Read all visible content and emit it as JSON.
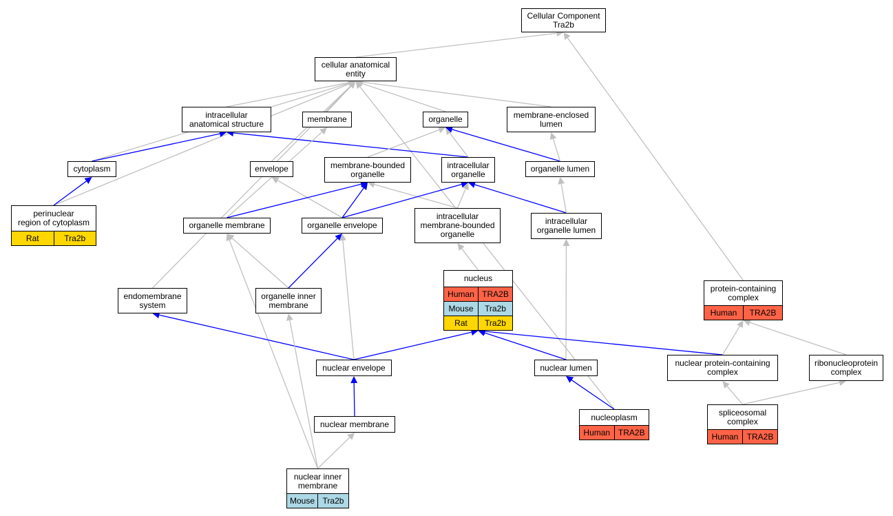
{
  "colors": {
    "gray_edge": "#c0c0c0",
    "blue_edge": "#0000ff",
    "human": "#ff6347",
    "mouse": "#add8e6",
    "rat": "#ffd700"
  },
  "nodes": {
    "cellular_component": {
      "label": "Cellular Component\nTra2b"
    },
    "cellular_anatomical_entity": {
      "label": "cellular anatomical\nentity"
    },
    "intracellular_anatomical_structure": {
      "label": "intracellular\nanatomical structure"
    },
    "membrane": {
      "label": "membrane"
    },
    "organelle": {
      "label": "organelle"
    },
    "membrane_enclosed_lumen": {
      "label": "membrane-enclosed\nlumen"
    },
    "cytoplasm": {
      "label": "cytoplasm"
    },
    "envelope": {
      "label": "envelope"
    },
    "membrane_bounded_organelle": {
      "label": "membrane-bounded\norganelle"
    },
    "intracellular_organelle": {
      "label": "intracellular\norganelle"
    },
    "organelle_lumen": {
      "label": "organelle lumen"
    },
    "perinuclear_region": {
      "label": "perinuclear\nregion of cytoplasm",
      "rows": [
        {
          "species": "Rat",
          "gene": "Tra2b",
          "color": "rat"
        }
      ]
    },
    "organelle_membrane": {
      "label": "organelle membrane"
    },
    "organelle_envelope": {
      "label": "organelle envelope"
    },
    "intracellular_mbo": {
      "label": "intracellular\nmembrane-bounded\norganelle"
    },
    "intracellular_organelle_lumen": {
      "label": "intracellular\norganelle lumen"
    },
    "nucleus": {
      "label": "nucleus",
      "rows": [
        {
          "species": "Human",
          "gene": "TRA2B",
          "color": "human"
        },
        {
          "species": "Mouse",
          "gene": "Tra2b",
          "color": "mouse"
        },
        {
          "species": "Rat",
          "gene": "Tra2b",
          "color": "rat"
        }
      ]
    },
    "endomembrane_system": {
      "label": "endomembrane\nsystem"
    },
    "organelle_inner_membrane": {
      "label": "organelle inner\nmembrane"
    },
    "protein_containing_complex": {
      "label": "protein-containing\ncomplex",
      "rows": [
        {
          "species": "Human",
          "gene": "TRA2B",
          "color": "human"
        }
      ]
    },
    "nuclear_envelope": {
      "label": "nuclear envelope"
    },
    "nuclear_lumen": {
      "label": "nuclear lumen"
    },
    "nuclear_protein_containing_complex": {
      "label": "nuclear protein-containing\ncomplex"
    },
    "ribonucleoprotein_complex": {
      "label": "ribonucleoprotein\ncomplex"
    },
    "nuclear_membrane": {
      "label": "nuclear membrane"
    },
    "nucleoplasm": {
      "label": "nucleoplasm",
      "rows": [
        {
          "species": "Human",
          "gene": "TRA2B",
          "color": "human"
        }
      ]
    },
    "spliceosomal_complex": {
      "label": "spliceosomal\ncomplex",
      "rows": [
        {
          "species": "Human",
          "gene": "TRA2B",
          "color": "human"
        }
      ]
    },
    "nuclear_inner_membrane": {
      "label": "nuclear inner\nmembrane",
      "rows": [
        {
          "species": "Mouse",
          "gene": "Tra2b",
          "color": "mouse"
        }
      ]
    }
  },
  "edges": [
    {
      "from": "cellular_anatomical_entity",
      "to": "cellular_component",
      "type": "gray"
    },
    {
      "from": "protein_containing_complex",
      "to": "cellular_component",
      "type": "gray"
    },
    {
      "from": "intracellular_anatomical_structure",
      "to": "cellular_anatomical_entity",
      "type": "gray"
    },
    {
      "from": "membrane",
      "to": "cellular_anatomical_entity",
      "type": "gray"
    },
    {
      "from": "organelle",
      "to": "cellular_anatomical_entity",
      "type": "gray"
    },
    {
      "from": "membrane_enclosed_lumen",
      "to": "cellular_anatomical_entity",
      "type": "gray"
    },
    {
      "from": "cytoplasm",
      "to": "cellular_anatomical_entity",
      "type": "gray"
    },
    {
      "from": "perinuclear_region",
      "to": "cellular_anatomical_entity",
      "type": "gray"
    },
    {
      "from": "endomembrane_system",
      "to": "cellular_anatomical_entity",
      "type": "gray"
    },
    {
      "from": "envelope",
      "to": "cellular_anatomical_entity",
      "type": "gray"
    },
    {
      "from": "nucleoplasm",
      "to": "cellular_anatomical_entity",
      "type": "gray"
    },
    {
      "from": "cytoplasm",
      "to": "intracellular_anatomical_structure",
      "type": "blue"
    },
    {
      "from": "intracellular_organelle",
      "to": "intracellular_anatomical_structure",
      "type": "blue"
    },
    {
      "from": "organelle_membrane",
      "to": "membrane",
      "type": "gray"
    },
    {
      "from": "membrane_bounded_organelle",
      "to": "organelle",
      "type": "gray"
    },
    {
      "from": "intracellular_organelle",
      "to": "organelle",
      "type": "gray"
    },
    {
      "from": "organelle_lumen",
      "to": "organelle",
      "type": "blue"
    },
    {
      "from": "organelle_lumen",
      "to": "membrane_enclosed_lumen",
      "type": "gray"
    },
    {
      "from": "perinuclear_region",
      "to": "cytoplasm",
      "type": "blue"
    },
    {
      "from": "organelle_envelope",
      "to": "envelope",
      "type": "gray"
    },
    {
      "from": "organelle_membrane",
      "to": "membrane_bounded_organelle",
      "type": "blue"
    },
    {
      "from": "organelle_envelope",
      "to": "membrane_bounded_organelle",
      "type": "blue"
    },
    {
      "from": "intracellular_mbo",
      "to": "membrane_bounded_organelle",
      "type": "gray"
    },
    {
      "from": "organelle_envelope",
      "to": "intracellular_organelle",
      "type": "blue"
    },
    {
      "from": "intracellular_mbo",
      "to": "intracellular_organelle",
      "type": "gray"
    },
    {
      "from": "intracellular_organelle_lumen",
      "to": "intracellular_organelle",
      "type": "blue"
    },
    {
      "from": "intracellular_organelle_lumen",
      "to": "organelle_lumen",
      "type": "gray"
    },
    {
      "from": "organelle_inner_membrane",
      "to": "organelle_membrane",
      "type": "gray"
    },
    {
      "from": "nuclear_inner_membrane",
      "to": "organelle_membrane",
      "type": "gray"
    },
    {
      "from": "organelle_inner_membrane",
      "to": "organelle_envelope",
      "type": "blue"
    },
    {
      "from": "nuclear_envelope",
      "to": "organelle_envelope",
      "type": "gray"
    },
    {
      "from": "nucleus",
      "to": "intracellular_mbo",
      "type": "gray"
    },
    {
      "from": "nuclear_lumen",
      "to": "intracellular_organelle_lumen",
      "type": "gray"
    },
    {
      "from": "nuclear_envelope",
      "to": "endomembrane_system",
      "type": "blue"
    },
    {
      "from": "nuclear_envelope",
      "to": "nucleus",
      "type": "blue"
    },
    {
      "from": "nuclear_lumen",
      "to": "nucleus",
      "type": "blue"
    },
    {
      "from": "nuclear_protein_containing_complex",
      "to": "nucleus",
      "type": "blue"
    },
    {
      "from": "nuclear_protein_containing_complex",
      "to": "protein_containing_complex",
      "type": "gray"
    },
    {
      "from": "ribonucleoprotein_complex",
      "to": "protein_containing_complex",
      "type": "gray"
    },
    {
      "from": "nuclear_membrane",
      "to": "nuclear_envelope",
      "type": "blue"
    },
    {
      "from": "nuclear_inner_membrane",
      "to": "organelle_inner_membrane",
      "type": "gray"
    },
    {
      "from": "nuclear_inner_membrane",
      "to": "nuclear_membrane",
      "type": "gray"
    },
    {
      "from": "nucleoplasm",
      "to": "nuclear_lumen",
      "type": "blue"
    },
    {
      "from": "spliceosomal_complex",
      "to": "nuclear_protein_containing_complex",
      "type": "gray"
    },
    {
      "from": "spliceosomal_complex",
      "to": "ribonucleoprotein_complex",
      "type": "gray"
    }
  ]
}
